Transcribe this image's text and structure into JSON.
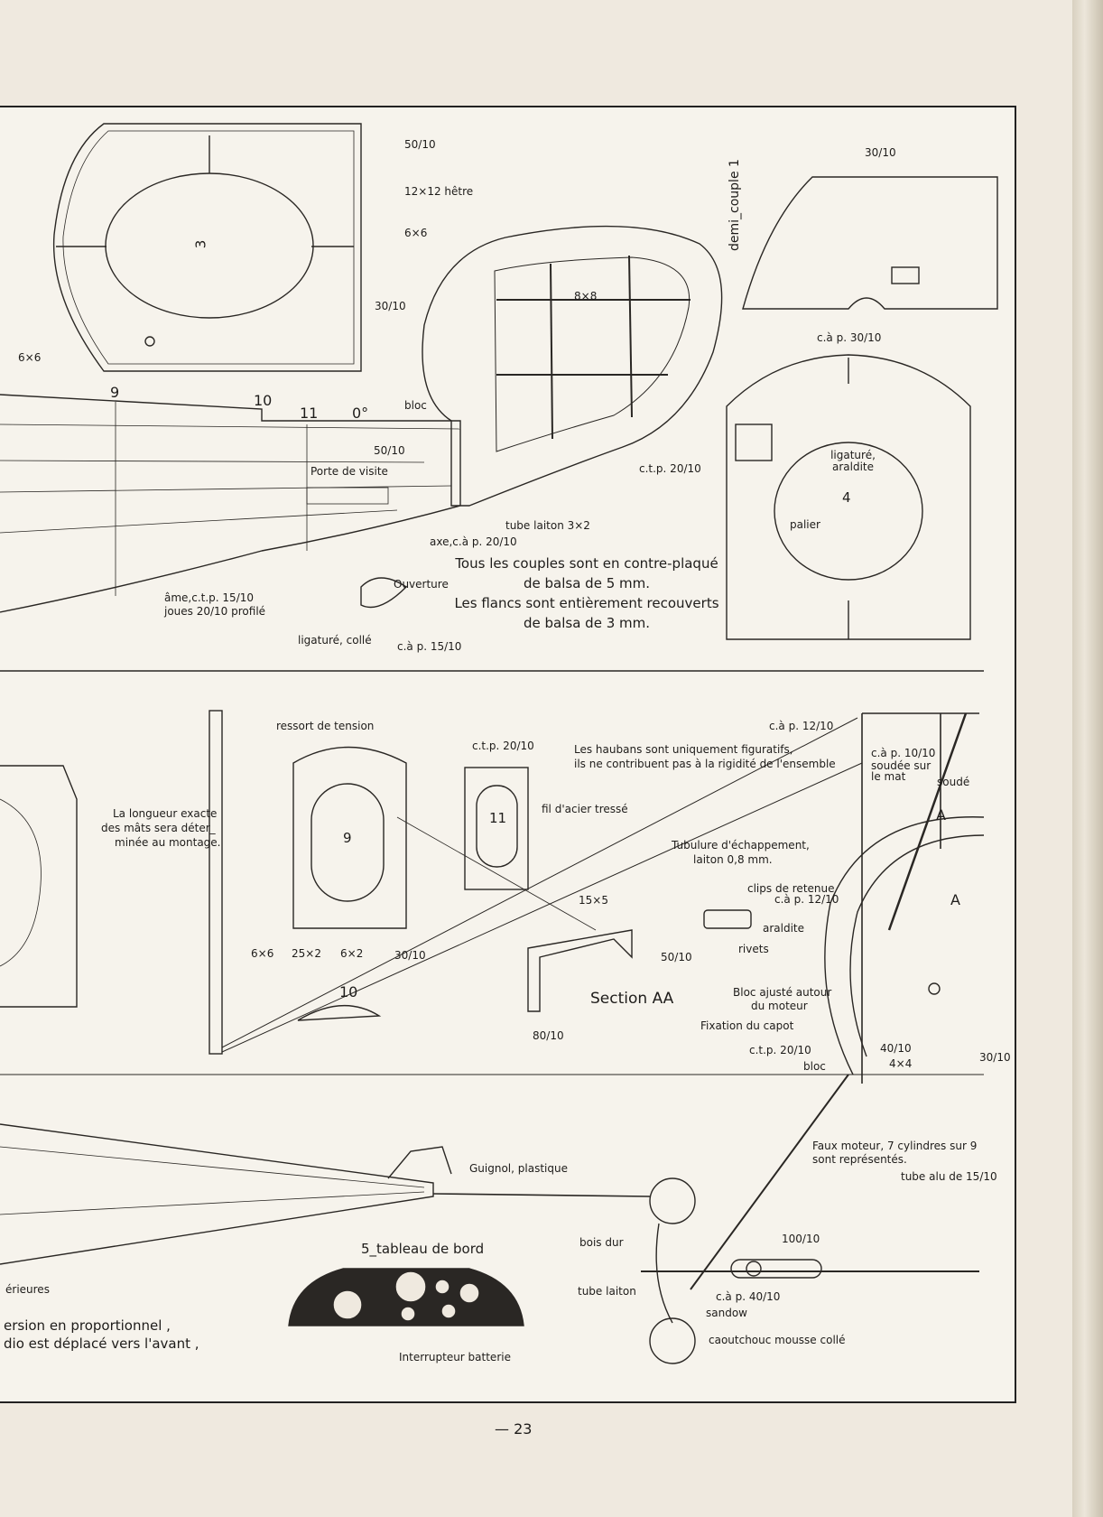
{
  "page_number": "— 23",
  "top": {
    "couple3": {
      "number": "3",
      "labels": [
        "50/10",
        "12×12 hêtre",
        "6×6",
        "30/10",
        "6×6"
      ]
    },
    "demi_couple": {
      "title": "demi_couple 1",
      "label": "30/10"
    },
    "couple4": {
      "number": "4",
      "labels": [
        "c.à p. 30/10",
        "ligaturé, araldite",
        "palier"
      ]
    },
    "fuselage": {
      "stations": [
        "9",
        "10",
        "11",
        "0°"
      ],
      "labels": [
        "bloc",
        "50/10",
        "Porte de visite",
        "c.t.p. 20/10",
        "8×8",
        "tube laiton 3×2",
        "axe,c.à p. 20/10",
        "Ouverture",
        "âme,c.t.p. 15/10",
        "joues 20/10 profilé",
        "ligaturé, collé",
        "c.à p. 15/10"
      ]
    },
    "note": [
      "Tous les couples sont en contre-plaqué",
      "de balsa de 5 mm.",
      "Les flancs sont entièrement recouverts",
      "de balsa de 3 mm."
    ]
  },
  "middle": {
    "labels": [
      "ressort de tension",
      "La longueur exacte",
      "des mâts sera déter_",
      "minée au montage.",
      "c.t.p. 20/10",
      "fil d'acier tressé",
      "Les haubans sont uniquement figuratifs,",
      "ils ne contribuent pas à la rigidité de l'ensemble",
      "c.à p. 12/10",
      "c.à p. 10/10",
      "soudée sur",
      "le mat",
      "soudé",
      "Tubulure d'échappement,",
      "laiton 0,8 mm.",
      "clips de retenue",
      "c.à p. 12/10",
      "araldite",
      "rivets",
      "15×5",
      "50/10",
      "Section AA",
      "80/10",
      "Bloc ajusté autour",
      "du moteur",
      "Fixation du capot",
      "c.t.p. 20/10",
      "bloc",
      "40/10",
      "4×4",
      "30/10",
      "6×6",
      "25×2",
      "6×2",
      "30/10",
      "10",
      "A",
      "A"
    ],
    "couple9": "9",
    "couple11": "11"
  },
  "bottom": {
    "labels": [
      "Guignol, plastique",
      "Faux moteur, 7 cylindres sur 9",
      "sont représentés.",
      "tube alu de 15/10",
      "bois dur",
      "tube laiton",
      "100/10",
      "c.à p. 40/10",
      "sandow",
      "caoutchouc mousse collé",
      "5_tableau de bord",
      "Interrupteur batterie",
      "érieures",
      "ersion en proportionnel ,",
      "dio est déplacé vers l'avant ,"
    ]
  }
}
